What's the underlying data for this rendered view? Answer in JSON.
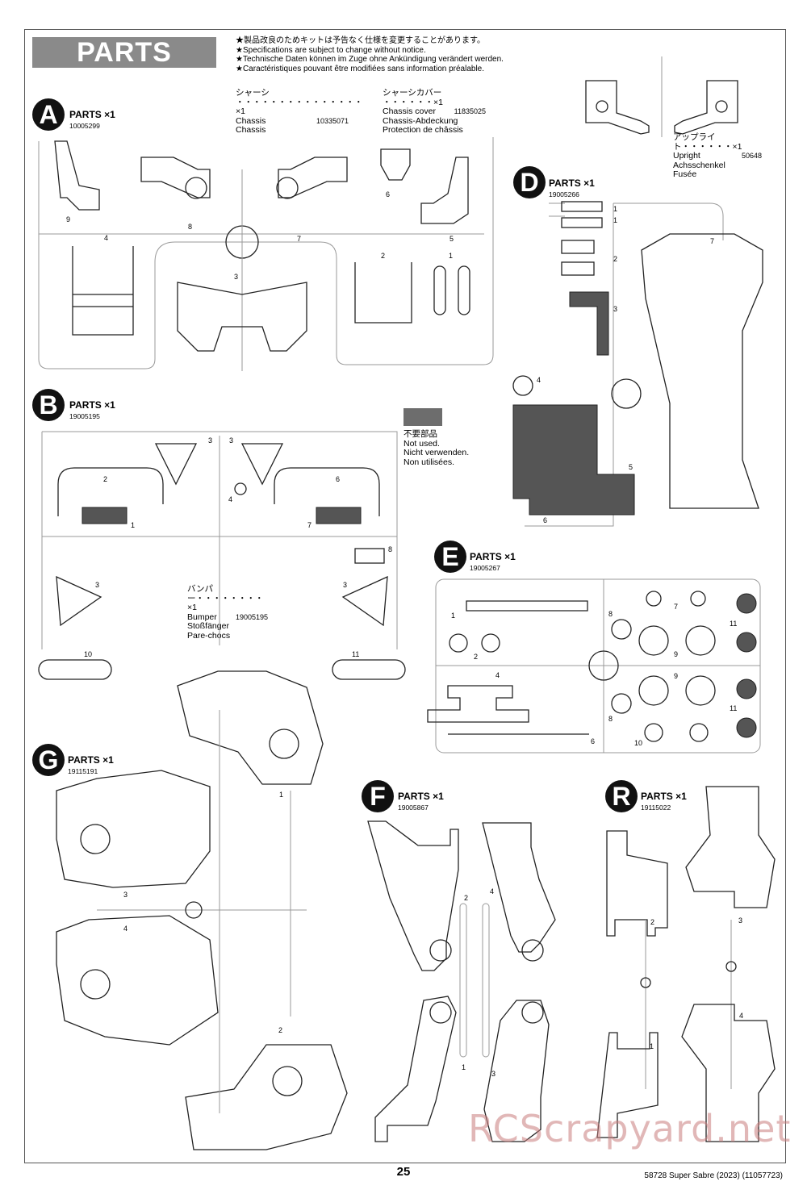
{
  "header": {
    "banner": "PARTS",
    "notices": [
      "★製品改良のためキットは予告なく仕様を変更することがあります。",
      "★Specifications are subject to change without notice.",
      "★Technische Daten können im Zuge ohne Ankündigung verändert werden.",
      "★Caractéristiques pouvant être modifiées sans information préalable."
    ]
  },
  "parts_lists": {
    "chassis": {
      "jp": "シャーシ ・・・・・・・・・・・・・・・×1",
      "en": "Chassis",
      "en_code": "10335071",
      "de": "Chassis"
    },
    "chassis_cover": {
      "jp": "シャーシカバー ・・・・・・×1",
      "en": "Chassis cover",
      "en_code": "11835025",
      "de": "Chassis-Abdeckung",
      "fr": "Protection de châssis"
    },
    "upright": {
      "jp": "アップライト・・・・・・×1",
      "en": "Upright",
      "en_code": "50648",
      "de": "Achsschenkel",
      "fr": "Fusée"
    },
    "bumper": {
      "jp": "バンパー・・・・・・・・×1",
      "en": "Bumper",
      "en_code": "19005195",
      "de": "Stoßfänger",
      "fr": "Pare-chocs"
    },
    "not_used": [
      "不要部品",
      "Not used.",
      "Nicht verwenden.",
      "Non utilisées."
    ]
  },
  "sprues": {
    "A": {
      "letter": "A",
      "title": "PARTS ×1",
      "code": "10005299"
    },
    "B": {
      "letter": "B",
      "title": "PARTS ×1",
      "code": "19005195"
    },
    "D": {
      "letter": "D",
      "title": "PARTS ×1",
      "code": "19005266"
    },
    "E": {
      "letter": "E",
      "title": "PARTS ×1",
      "code": "19005267"
    },
    "F": {
      "letter": "F",
      "title": "PARTS ×1",
      "code": "19005867"
    },
    "G": {
      "letter": "G",
      "title": "PARTS ×1",
      "code": "19115191"
    },
    "R": {
      "letter": "R",
      "title": "PARTS ×1",
      "code": "19115022"
    }
  },
  "part_numbers": {
    "A": [
      "9",
      "8",
      "4",
      "3",
      "7",
      "6",
      "2",
      "1",
      "5"
    ],
    "B": [
      "2",
      "3",
      "3",
      "1",
      "4",
      "6",
      "7",
      "8",
      "3",
      "3",
      "10",
      "11"
    ],
    "D": [
      "1",
      "1",
      "2",
      "3",
      "4",
      "5",
      "6",
      "7"
    ],
    "E": [
      "1",
      "2",
      "4",
      "6",
      "7",
      "8",
      "9",
      "9",
      "8",
      "10",
      "11",
      "11"
    ],
    "F": [
      "2",
      "4",
      "1",
      "3"
    ],
    "G": [
      "1",
      "3",
      "4",
      "2"
    ],
    "R": [
      "2",
      "3",
      "1",
      "4"
    ]
  },
  "footer": {
    "page": "25",
    "title": "58728 Super Sabre (2023) (11057723)",
    "watermark": "RCScrapyard.net"
  }
}
